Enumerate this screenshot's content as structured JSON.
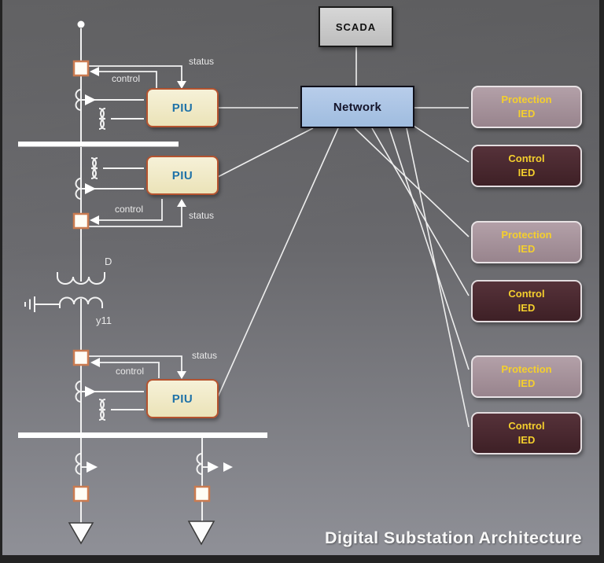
{
  "title": "Digital Substation Architecture",
  "scada": {
    "label": "SCADA"
  },
  "network": {
    "label": "Network"
  },
  "piu": {
    "label": "PIU"
  },
  "ieds": [
    {
      "kind": "protection",
      "line1": "Protection",
      "line2": "IED"
    },
    {
      "kind": "control",
      "line1": "Control",
      "line2": "IED"
    },
    {
      "kind": "protection",
      "line1": "Protection",
      "line2": "IED"
    },
    {
      "kind": "control",
      "line1": "Control",
      "line2": "IED"
    },
    {
      "kind": "protection",
      "line1": "Protection",
      "line2": "IED"
    },
    {
      "kind": "control",
      "line1": "Control",
      "line2": "IED"
    }
  ],
  "feeders": [
    {
      "status": "status",
      "control": "control"
    },
    {
      "status": "status",
      "control": "control"
    },
    {
      "status": "status",
      "control": "control"
    }
  ],
  "transformer": {
    "primary_winding": "D",
    "secondary_winding": "y11"
  },
  "colors": {
    "background_top": "#59595b",
    "background_bottom": "#8f9097",
    "frame": "#232323",
    "scada_fill": "#c9c9c9",
    "network_fill": "#aec6e6",
    "piu_fill": "#f3edcc",
    "piu_border": "#b5532f",
    "piu_text": "#1f72a8",
    "protection_ied_fill": "#a6929a",
    "control_ied_fill": "#45252c",
    "ied_text": "#f4cf2d",
    "line_color": "#f2f2f2",
    "breaker_border": "#ca7b50"
  }
}
